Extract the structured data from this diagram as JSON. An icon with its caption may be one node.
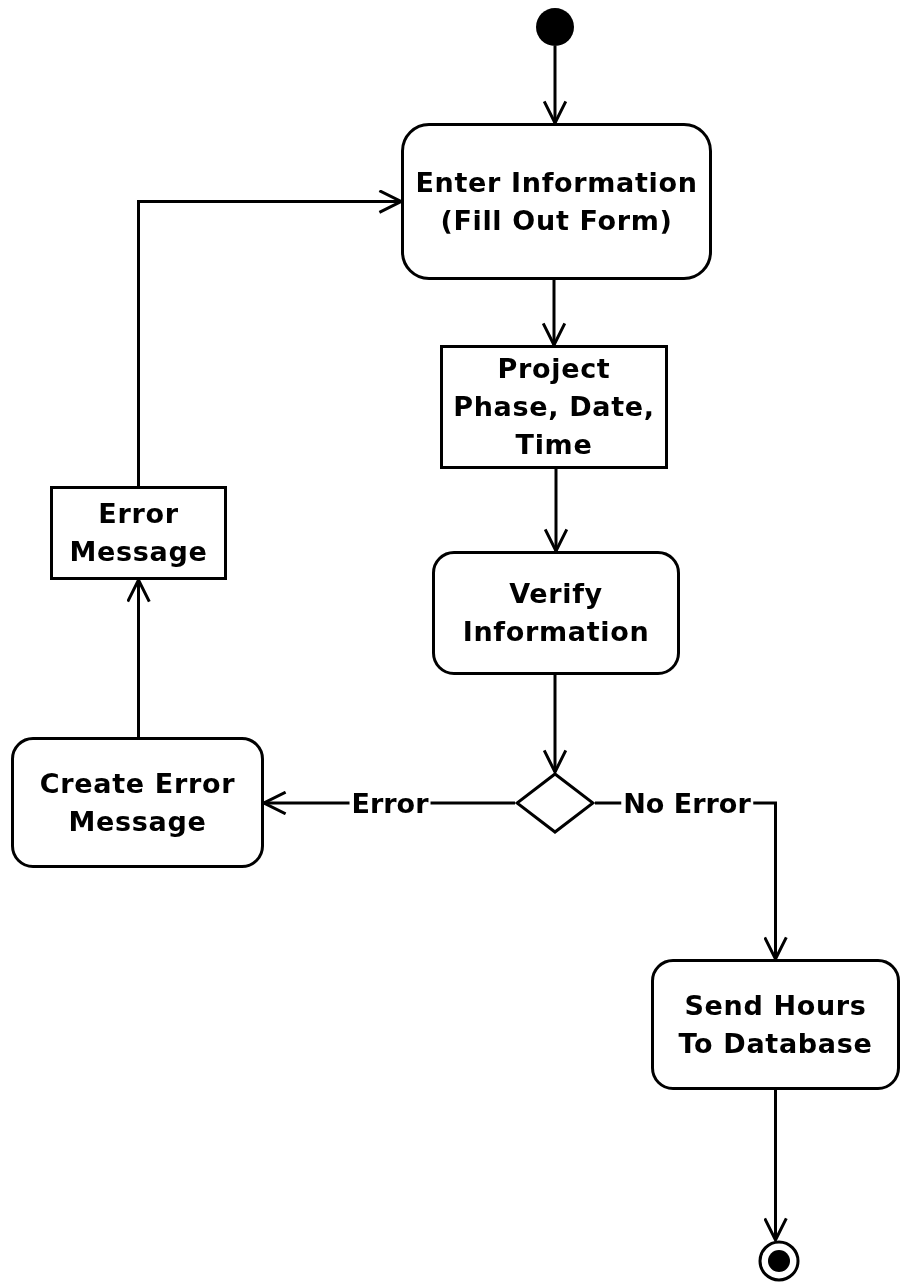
{
  "diagram": {
    "nodes": [
      {
        "text": [],
        "shape": "circle"
      },
      {
        "text": [
          "Enter Information (Fill Out Form)"
        ]
      },
      {
        "text": [
          "Project Phase, Date, Time"
        ]
      },
      {
        "text": [
          "Verify Information"
        ]
      },
      {
        "text": [],
        "shape": "diamond"
      },
      {
        "text": [
          "Create Error Message"
        ]
      },
      {
        "text": [
          "Error Message"
        ]
      },
      {
        "text": [
          "Send Hours To Database"
        ]
      },
      {
        "text": [],
        "shape": "bullseye"
      }
    ],
    "edges": [
      {
        "from": 0,
        "to": 1,
        "arrow": "to"
      },
      {
        "from": 1,
        "to": 2,
        "arrow": "to"
      },
      {
        "from": 2,
        "to": 3,
        "arrow": "to"
      },
      {
        "from": 3,
        "to": 4,
        "arrow": "to"
      },
      {
        "from": 4,
        "to": 5,
        "arrow": "to",
        "label": "Error"
      },
      {
        "from": 4,
        "to": 7,
        "arrow": "to",
        "label": "No Error"
      },
      {
        "from": 5,
        "to": 6,
        "arrow": "to"
      },
      {
        "from": 6,
        "to": 1,
        "arrow": "to"
      },
      {
        "from": 7,
        "to": 8,
        "arrow": "to"
      }
    ]
  }
}
